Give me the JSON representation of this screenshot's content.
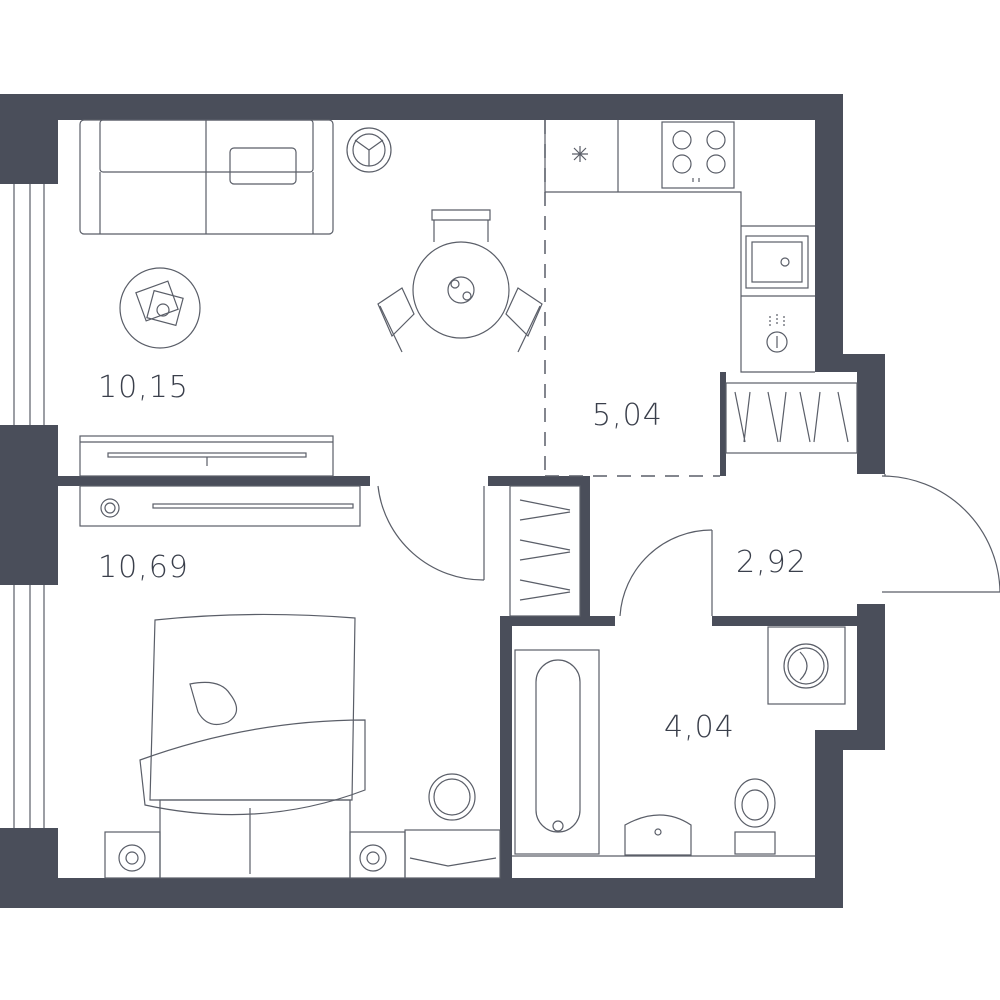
{
  "rooms": [
    {
      "id": "living",
      "area": "10,15"
    },
    {
      "id": "bedroom",
      "area": "10,69"
    },
    {
      "id": "kitchen",
      "area": "5,04"
    },
    {
      "id": "hall",
      "area": "2,92"
    },
    {
      "id": "bathroom",
      "area": "4,04"
    }
  ],
  "colors": {
    "wall": "#4a4e5a",
    "line": "#5a5e68",
    "text": "#3a3f4b",
    "background": "#ffffff"
  }
}
